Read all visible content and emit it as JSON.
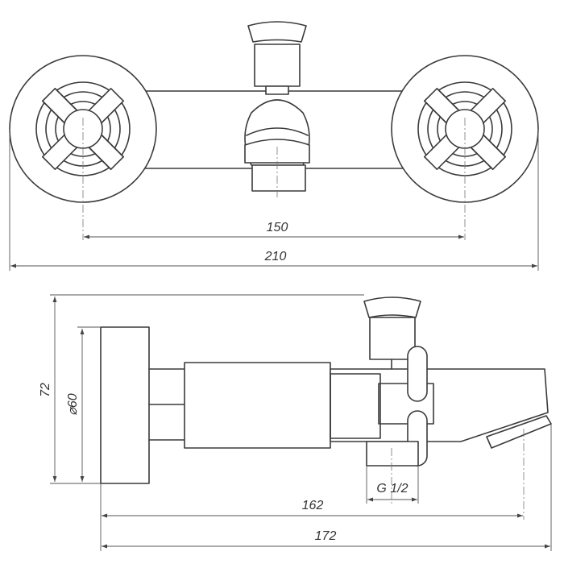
{
  "dimensions": {
    "top_center_distance": "150",
    "top_overall_width": "210",
    "side_height": "72",
    "side_flange_diameter": "⌀60",
    "side_thread": "G 1/2",
    "side_depth_spout": "162",
    "side_depth_overall": "172"
  },
  "colors": {
    "line": "#3a3a3a",
    "dimension": "#555555",
    "background": "#ffffff"
  },
  "icons": {
    "arrow": "filled-triangle-arrowhead"
  }
}
